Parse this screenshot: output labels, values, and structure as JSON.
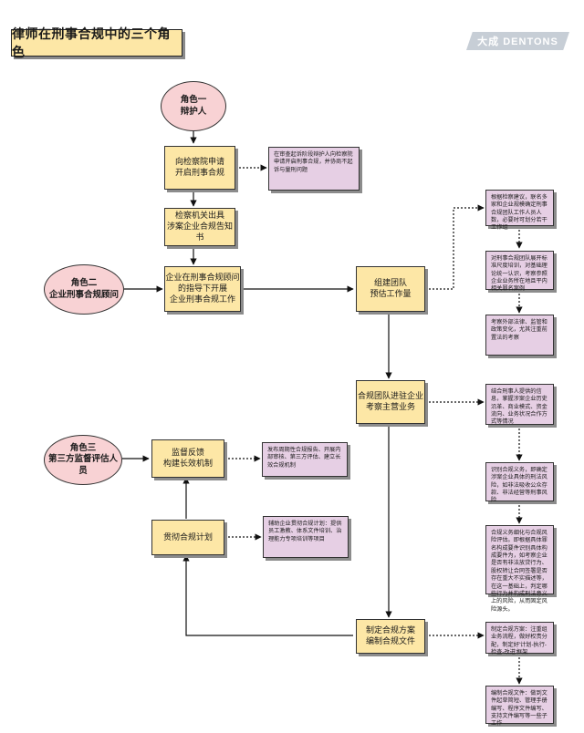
{
  "header": {
    "title": "律师在刑事合规中的三个角色",
    "logo_text": "大成 DENTONS"
  },
  "roles": {
    "role1": "角色一\n辩护人",
    "role2": "角色二\n企业刑事合规顾问",
    "role3": "角色三\n第三方监督评估人员"
  },
  "process": {
    "apply": "向检察院申请\n开启刑事合规",
    "notice": "检察机关出具\n涉案企业合规告知书",
    "guide": "企业在刑事合规顾问\n的指导下开展\n企业刑事合规工作",
    "team": "组建团队\n预估工作量",
    "enter": "合规团队进驻企业\n考察主营业务",
    "plan": "制定合规方案\n编制合规文件",
    "implement": "贯彻合规计划",
    "feedback": "监督反馈\n构建长效机制"
  },
  "notes": {
    "apply_note": "在审查起诉阶段辩护人向检察院申请开启刑事合规，并协商不起诉与量刑问题",
    "team_note1": "根据检察建议，联名多家和企业规模确定刑事合规团队工作人员人数，必要时可划分若干工作组",
    "team_note2": "对刑事合规团队展开标准尺度培训，对基础理论统一认识，考察参照企业业务所在地且平内相关罪名案例",
    "team_note3": "考察外部法律、监管和政策变化，尤其注重前置法的考察",
    "enter_note1": "结合刑事人提供的信息，掌握涉案企业历史沿革、商业模式、资金流向、业务状况合作方式等情况",
    "enter_note2": "识别合规义务，即确定涉案企业具体的刑法风险，如非法吸收公众存款、非法经营等刑事风险",
    "enter_note3": "合规义务细化与合规风险评估。即根据具体罪名构成要件识别具体构成要件为，如考察企业是否有非法放贷行为、股权转让合同签署是否存在重大不实描述等，在这一基础上，判定哪些行为并构成刑法意义上的风险，从而固定风险源头。",
    "plan_note1": "制定合规方案：注重组业务流程，做好权责分配，制定好'计划-执行-检查-改进'框架",
    "plan_note2": "编制合规文件：做到文件起草简短、管理手册编写、程序文件编写、支持文件编写等一些子工作",
    "implement_note": "辅助企业贯彻合规计划：提供员工激教、体系文件培训、治理能力专项培训等项目",
    "feedback_note": "发布周期性合规报告、开展内部审核、第三方评估、建立长效合规机制"
  }
}
